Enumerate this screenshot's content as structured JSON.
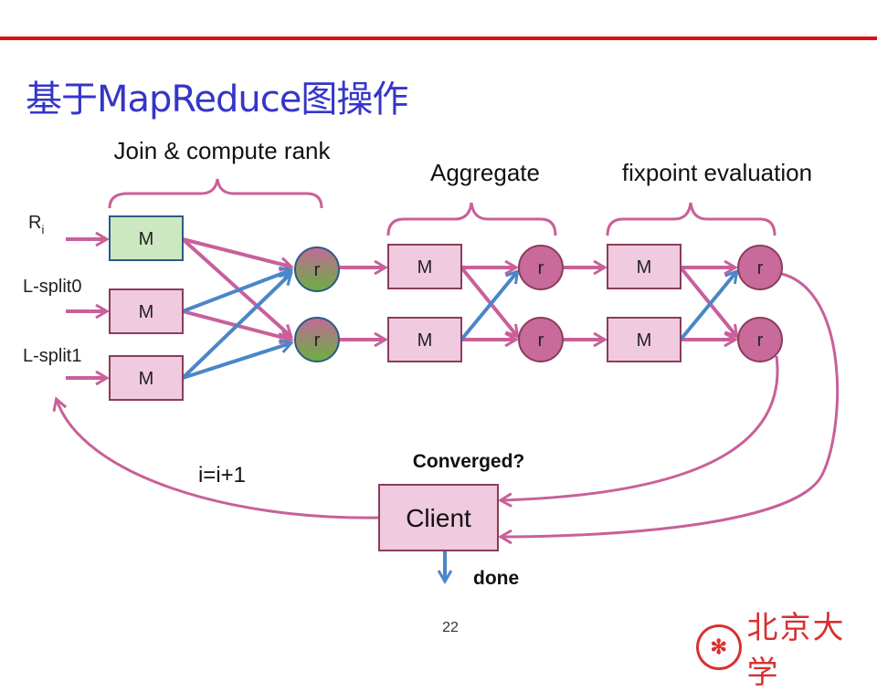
{
  "slide": {
    "title": "基于MapReduce图操作",
    "page_number": "22",
    "logo_text": "北京大学"
  },
  "diagram": {
    "stage_labels": [
      "Join & compute rank",
      "Aggregate",
      "fixpoint evaluation"
    ],
    "inputs": [
      {
        "label": "R",
        "subscript": "i"
      },
      {
        "label": "L-split0"
      },
      {
        "label": "L-split1"
      }
    ],
    "map_label": "M",
    "reduce_label": "r",
    "client_label": "Client",
    "converged_label": "Converged?",
    "loop_label": "i=i+1",
    "done_label": "done"
  },
  "colors": {
    "pink_arrow": "#c8609a",
    "blue_arrow": "#4a86c8",
    "box_fill": "#f0cade",
    "box_border": "#8c3c5c",
    "green_box_fill": "#cce8c0",
    "green_box_border": "#2c5a86",
    "reduce_fill": "#c86a9a",
    "title_blue": "#3535c8",
    "rule_red": "#e01010"
  }
}
